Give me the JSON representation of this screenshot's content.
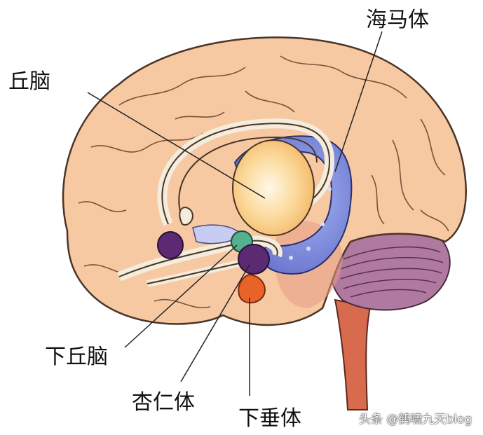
{
  "labels": {
    "hippocampus": "海马体",
    "thalamus": "丘脑",
    "hypothalamus": "下丘脑",
    "amygdala": "杏仁体",
    "pituitary": "下垂体"
  },
  "watermark": "头条 @鹤啸九天blog",
  "colors": {
    "brain": "#f6c9a3",
    "brain_outline": "#4a3526",
    "limbic_pale": "#f4ecdc",
    "hippocampus": "#6f7cd6",
    "thalamus": "#f9c978",
    "hypothalamus": "#55b08e",
    "amygdala": "#5c2a72",
    "pituitary": "#e8622a",
    "cerebellum": "#a96a96",
    "brainstem": "#d86a4e",
    "leader_line": "#222222"
  }
}
